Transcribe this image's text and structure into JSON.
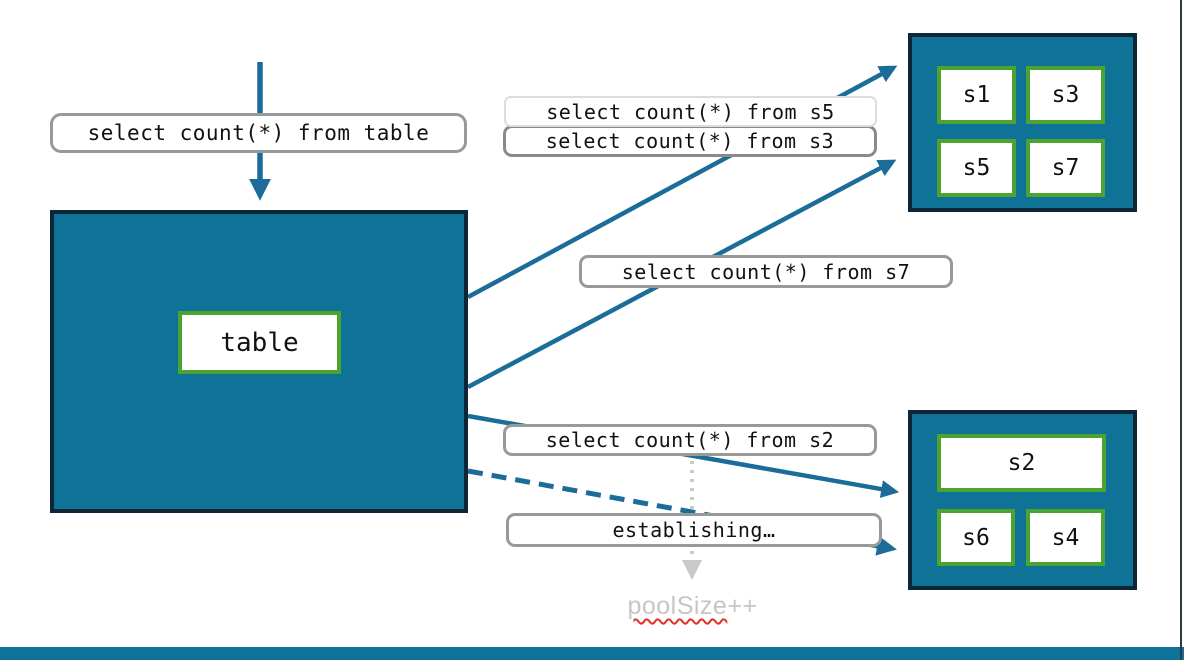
{
  "queries": {
    "table": "select count(*) from table",
    "s5": "select count(*) from s5",
    "s3": "select count(*) from s3",
    "s7": "select count(*) from s7",
    "s2": "select count(*) from s2"
  },
  "status": {
    "establishing": "establishing…"
  },
  "pool_note": {
    "word": "poolSize",
    "suffix": "++"
  },
  "table_box": {
    "label": "table"
  },
  "shard_groups": {
    "top": {
      "shards": [
        "s1",
        "s3",
        "s5",
        "s7"
      ]
    },
    "bottom": {
      "shards": [
        "s2",
        "s6",
        "s4"
      ]
    }
  },
  "colors": {
    "box_fill": "#0E7396",
    "box_border": "#0D2638",
    "shard_border": "#4DA32F",
    "arrow": "#1B6C99",
    "label_border": "#999999",
    "label_border_light": "#DCDCDC",
    "label_border_dark": "#8A8A8A",
    "pool_text": "#C6C6C6",
    "squiggle": "#E33022",
    "dotted_arrow": "#C9C9C9"
  }
}
